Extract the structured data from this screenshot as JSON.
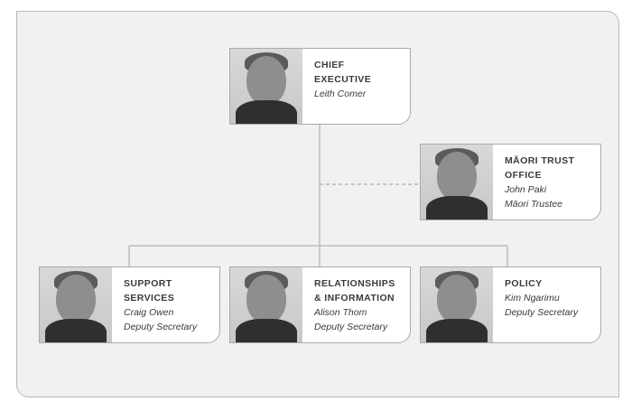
{
  "chart": {
    "nodes": [
      {
        "id": "chief",
        "title_lines": [
          "CHIEF EXECUTIVE"
        ],
        "name": "Leith Comer",
        "role": ""
      },
      {
        "id": "maori",
        "title_lines": [
          "MĀORI TRUST",
          "OFFICE"
        ],
        "name": "John Paki",
        "role": "Māori Trustee"
      },
      {
        "id": "support",
        "title_lines": [
          "SUPPORT",
          "SERVICES"
        ],
        "name": "Craig Owen",
        "role": "Deputy Secretary"
      },
      {
        "id": "relations",
        "title_lines": [
          "RELATIONSHIPS",
          "& INFORMATION"
        ],
        "name": "Alison Thom",
        "role": "Deputy Secretary"
      },
      {
        "id": "policy",
        "title_lines": [
          "POLICY"
        ],
        "name": "Kim Ngarimu",
        "role": "Deputy Secretary"
      }
    ],
    "links": [
      {
        "from": "chief",
        "to": "maori",
        "style": "dashed"
      },
      {
        "from": "chief",
        "to": "support",
        "style": "solid"
      },
      {
        "from": "chief",
        "to": "relations",
        "style": "solid"
      },
      {
        "from": "chief",
        "to": "policy",
        "style": "solid"
      }
    ],
    "colors": {
      "line": "#bdbdbd",
      "border": "#aaaaaa",
      "background": "#f1f1f1",
      "text": "#3a3a3a"
    }
  }
}
